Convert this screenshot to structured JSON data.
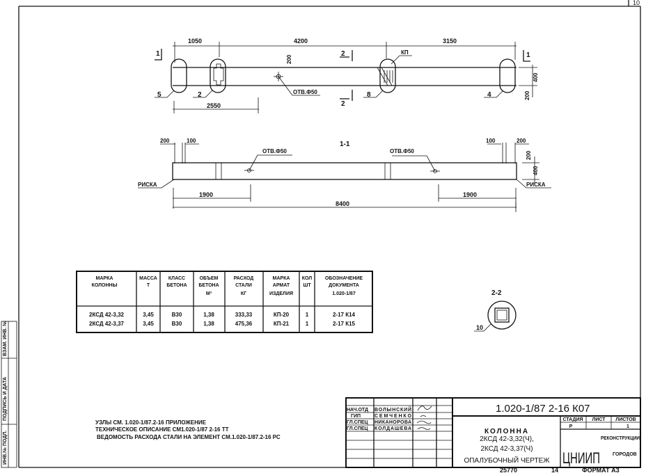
{
  "sheet_number": "10",
  "side_stamp": [
    "ИНВ.№ ПОДЛ.",
    "ПОДПИСЬ И ДАТА",
    "ВЗАМ. ИНВ. №"
  ],
  "plan_view": {
    "dims": {
      "d1050": "1050",
      "d4200": "4200",
      "d3150": "3150",
      "d2550": "2550",
      "d200": "200",
      "d400": "400",
      "d200b": "200"
    },
    "section_marks": {
      "s1_left": "1",
      "s1_right": "1",
      "s2_top": "2",
      "s2_bottom": "2"
    },
    "callouts": {
      "c5": "5",
      "c2": "2",
      "c8": "8",
      "c4": "4",
      "kp": "КП",
      "hole": "ОТВ.Ф50"
    }
  },
  "section_1_1": {
    "title": "1-1",
    "dims": {
      "l200": "200",
      "l100": "100",
      "r100": "100",
      "r200": "200",
      "v200": "200",
      "v400": "400",
      "l1900": "1900",
      "r1900": "1900",
      "total": "8400"
    },
    "hole_left": "ОТВ.Ф50",
    "hole_right": "ОТВ.Ф50",
    "mark_left": "РИСКА",
    "mark_right": "РИСКА"
  },
  "section_2_2": {
    "title": "2-2",
    "callout": "10"
  },
  "spec_table": {
    "headers": [
      [
        "МАРКА",
        "КОЛОННЫ"
      ],
      [
        "МАССА",
        "Т"
      ],
      [
        "КЛАСС",
        "БЕТОНА"
      ],
      [
        "ОБЪЕМ",
        "БЕТОНА",
        "М³"
      ],
      [
        "РАСХОД",
        "СТАЛИ",
        "КГ"
      ],
      [
        "МАРКА",
        "АРМАТ",
        "ИЗДЕЛИЯ"
      ],
      [
        "КОЛ",
        "ШТ"
      ],
      [
        "ОБОЗНАЧЕНИЕ",
        "ДОКУМЕНТА",
        "1.020-1/87"
      ]
    ],
    "rows": [
      [
        "2КСД 42-3,32",
        "3,45",
        "В30",
        "1,38",
        "333,33",
        "КП-20",
        "1",
        "2-17 К14"
      ],
      [
        "2КСД 42-3,37",
        "3,45",
        "В30",
        "1,38",
        "475,36",
        "КП-21",
        "1",
        "2-17 К15"
      ]
    ]
  },
  "notes": [
    "УЗЛЫ СМ. 1.020-1/87.2-16 ПРИЛОЖЕНИЕ",
    "ТЕХНИЧЕСКОЕ ОПИСАНИЕ СМ1.020-1/87 2-16 ТТ",
    "ВЕДОМОСТЬ РАСХОДА СТАЛИ НА ЭЛЕМЕНТ СМ.1.020-1/87.2-16 РС"
  ],
  "title_block": {
    "signatures": [
      {
        "role": "НАЧ.ОТД",
        "name": "ВОЛЫНСКИЙ"
      },
      {
        "role": "ГИП",
        "name": "СЕМЧЕНКО"
      },
      {
        "role": "ГЛ.СПЕЦ",
        "name": "НИКАНОРОВА"
      },
      {
        "role": "ГЛ.СПЕЦ",
        "name": "КОЛДАШЕВА"
      }
    ],
    "doc_number": "1.020-1/87  2-16  К07",
    "title_lines": [
      "КОЛОННА",
      "2КСД 42-3,32(Ч),",
      "2КСД 42-3,37(Ч)",
      "ОПАЛУБОЧНЫЙ ЧЕРТЕЖ"
    ],
    "stage_header": "СТАДИЯ",
    "sheet_header": "ЛИСТ",
    "sheets_header": "ЛИСТОВ",
    "stage": "Р",
    "sheet": "",
    "sheets": "1",
    "org_logo": "ЦНИИП",
    "org_line1": "РЕКОНСТРУКЦИИ",
    "org_line2": "ГОРОДОВ",
    "bottom_code": "25770",
    "bottom_page": "14",
    "format": "ФОРМАТ А3"
  }
}
